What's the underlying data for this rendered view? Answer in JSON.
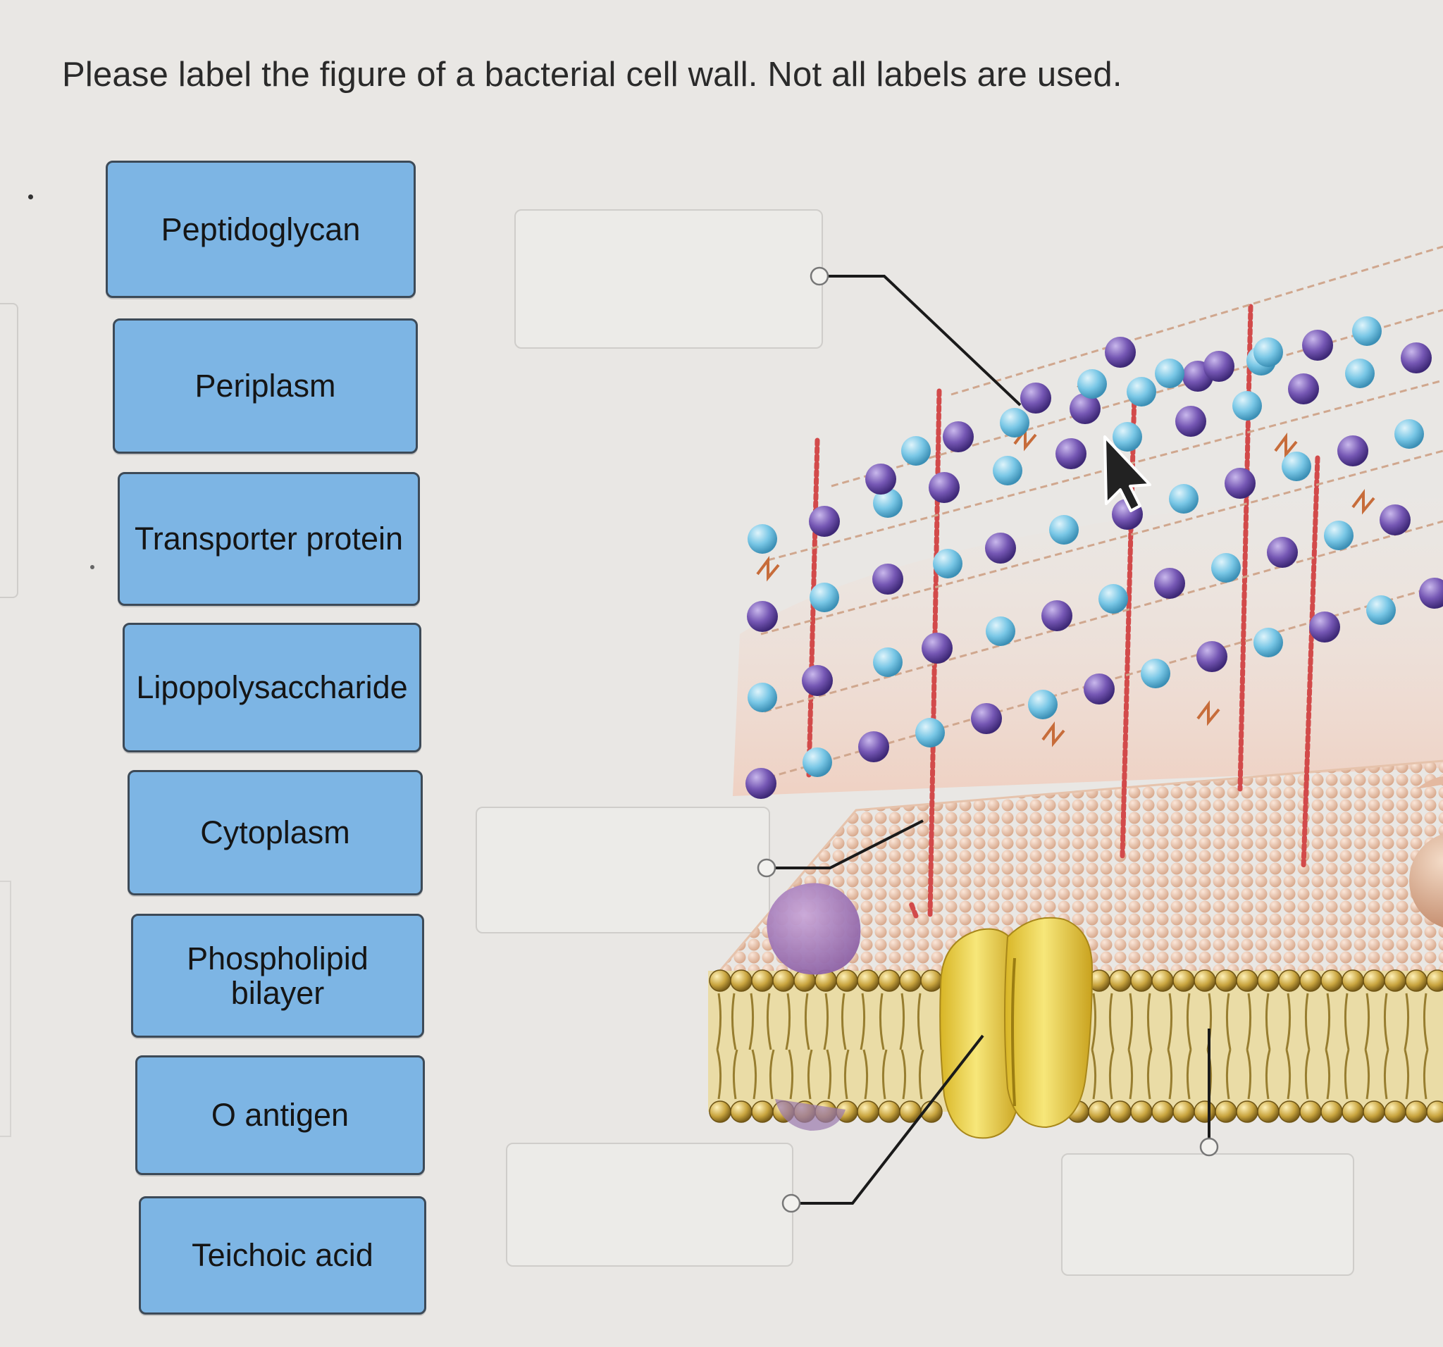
{
  "instruction": "Please label the figure of a bacterial cell wall. Not all labels are used.",
  "labels": [
    "Peptidoglycan",
    "Periplasm",
    "Transporter protein",
    "Lipopolysaccharide",
    "Cytoplasm",
    "Phospholipid\nbilayer",
    "O antigen",
    "Teichoic acid"
  ],
  "colors": {
    "chip_fill": "#7db5e4",
    "chip_border": "#3d4a57",
    "background": "#e9e7e4",
    "glycan_light": "#79c7e6",
    "glycan_dark": "#7557b4",
    "teichoic_chain": "#cf4a4a",
    "transporter": "#f0d44a",
    "membrane_head": "#c9a53f"
  },
  "icons": [
    "mouse-pointer-icon"
  ]
}
